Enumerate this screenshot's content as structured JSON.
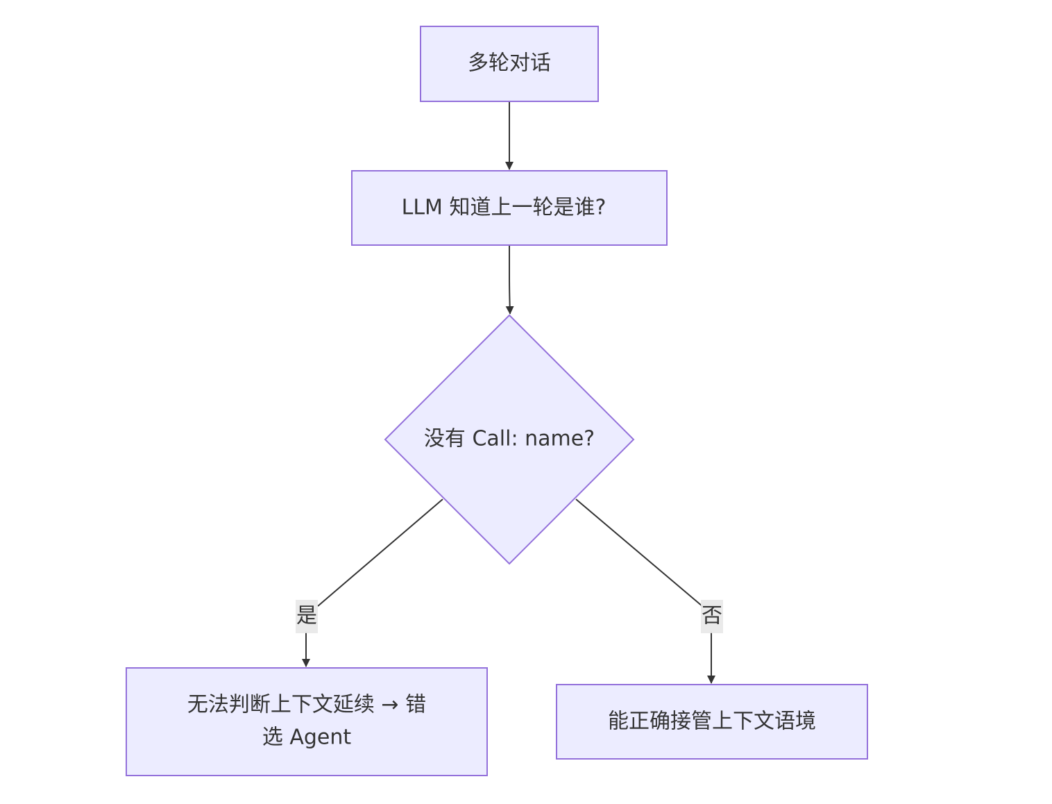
{
  "diagram": {
    "type": "flowchart",
    "direction": "top-down",
    "colors": {
      "node_fill": "#ECECFF",
      "node_stroke": "#9370DB",
      "edge": "#333333",
      "text": "#333333",
      "edge_label_bg": "#e8e8e8"
    },
    "nodes": {
      "start": {
        "label": "多轮对话",
        "shape": "rect"
      },
      "llm_knows": {
        "label": "LLM 知道上一轮是谁?",
        "shape": "rect"
      },
      "no_call_name": {
        "label": "没有 Call: name?",
        "shape": "diamond"
      },
      "wrong_agent": {
        "label_lines": [
          "无法判断上下文延续 → 错",
          "选 Agent"
        ],
        "shape": "rect"
      },
      "correct_context": {
        "label": "能正确接管上下文语境",
        "shape": "rect"
      }
    },
    "edges": [
      {
        "from": "start",
        "to": "llm_knows",
        "label": ""
      },
      {
        "from": "llm_knows",
        "to": "no_call_name",
        "label": ""
      },
      {
        "from": "no_call_name",
        "to": "wrong_agent",
        "label": "是"
      },
      {
        "from": "no_call_name",
        "to": "correct_context",
        "label": "否"
      }
    ]
  }
}
